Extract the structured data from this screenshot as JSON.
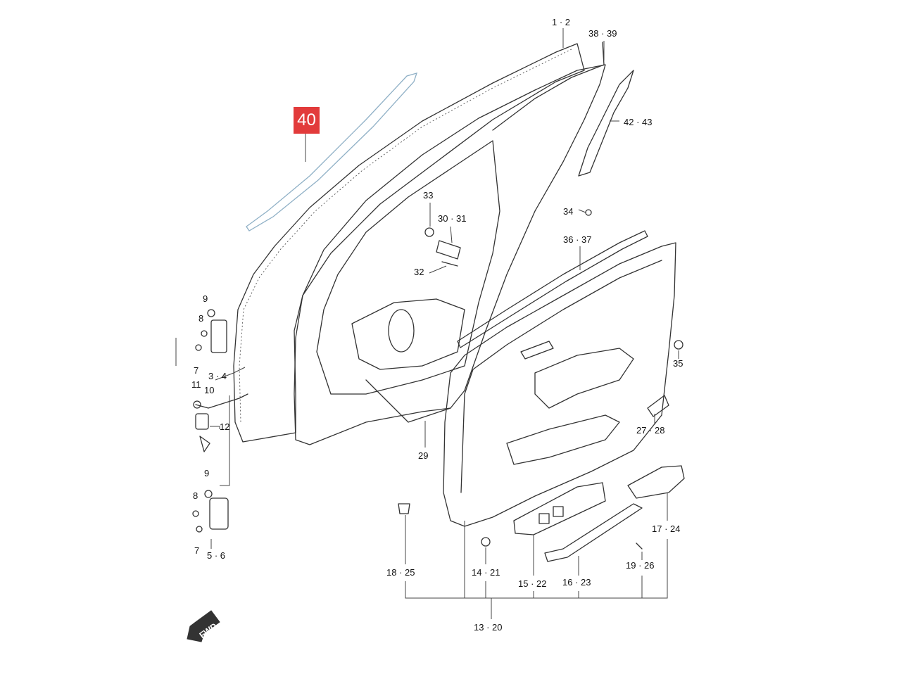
{
  "highlight": {
    "label": "40",
    "color": "#e23b3b"
  },
  "labels": {
    "l1_2": "1 · 2",
    "l38_39": "38 · 39",
    "l42_43": "42 · 43",
    "l33": "33",
    "l30_31": "30 · 31",
    "l32": "32",
    "l34": "34",
    "l36_37": "36 · 37",
    "l9a": "9",
    "l8a": "8",
    "l7a": "7",
    "l3_4": "3 · 4",
    "l11": "11",
    "l10": "10",
    "l12": "12",
    "l9b": "9",
    "l8b": "8",
    "l7b": "7",
    "l5_6": "5 · 6",
    "l35": "35",
    "l27_28": "27 · 28",
    "l29": "29",
    "l17_24": "17 · 24",
    "l18_25": "18 · 25",
    "l14_21": "14 · 21",
    "l15_22": "15 · 22",
    "l16_23": "16 · 23",
    "l19_26": "19 · 26",
    "l13_20": "13 · 20"
  },
  "fwd": {
    "text": "FWD"
  }
}
